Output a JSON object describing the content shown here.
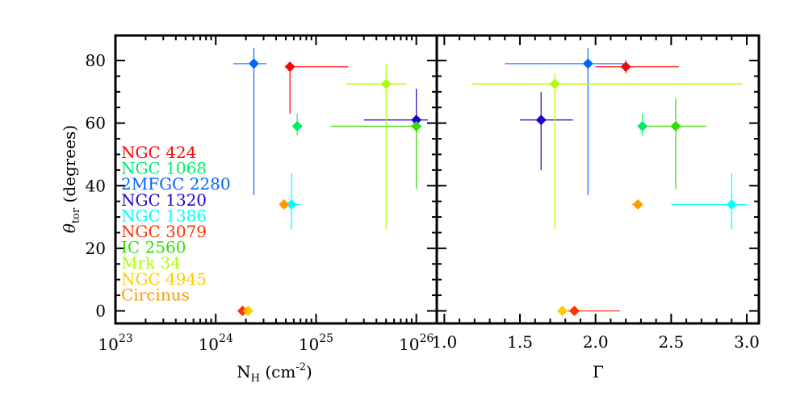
{
  "chart_data": [
    {
      "type": "scatter",
      "panel": "left",
      "xlabel": "N_H (cm^-2)",
      "ylabel": "θ_tor (degrees)",
      "xscale": "log",
      "xlim": [
        1e+23,
        1.6e+26
      ],
      "ylim": [
        -4,
        88
      ],
      "x_ticks": [
        {
          "base": "10",
          "exp": "23"
        },
        {
          "base": "10",
          "exp": "24"
        },
        {
          "base": "10",
          "exp": "25"
        },
        {
          "base": "10",
          "exp": "26"
        }
      ],
      "y_ticks": [
        "0",
        "20",
        "40",
        "60",
        "80"
      ],
      "grid": false,
      "legend": "left inside",
      "series": [
        {
          "name": "NGC 424",
          "color": "#ff0000",
          "x": 5.5e+24,
          "xerr": [
            5.5e+24,
            2.1e+25
          ],
          "y": 78,
          "yerr": [
            63,
            79
          ]
        },
        {
          "name": "NGC 1068",
          "color": "#00ee66",
          "x": 6.5e+24,
          "xerr": [
            6e+24,
            7e+24
          ],
          "y": 59,
          "yerr": [
            56,
            63
          ]
        },
        {
          "name": "2MFGC 2280",
          "color": "#0066ff",
          "x": 2.4e+24,
          "xerr": [
            1.5e+24,
            3.2e+24
          ],
          "y": 79,
          "yerr": [
            37,
            84
          ]
        },
        {
          "name": "NGC 1320",
          "color": "#2200cc",
          "x": 1e+26,
          "xerr": [
            3e+25,
            1.3e+26
          ],
          "y": 61,
          "yerr": [
            57,
            71
          ]
        },
        {
          "name": "NGC 1386",
          "color": "#00ffff",
          "x": 5.7e+24,
          "xerr": [
            5e+24,
            7e+24
          ],
          "y": 34,
          "yerr": [
            26,
            44
          ]
        },
        {
          "name": "NGC 3079",
          "color": "#ff3300",
          "x": 1.85e+24,
          "xerr": [
            1.8e+24,
            1.9e+24
          ],
          "y": 0,
          "yerr": [
            0,
            0
          ]
        },
        {
          "name": "IC 2560",
          "color": "#33dd00",
          "x": 1e+26,
          "xerr": [
            1.4e+25,
            1e+26
          ],
          "y": 59,
          "yerr": [
            39,
            60
          ]
        },
        {
          "name": "Mrk 34",
          "color": "#aaff00",
          "x": 5e+25,
          "xerr": [
            2e+25,
            8e+25
          ],
          "y": 72.5,
          "yerr": [
            26,
            79
          ]
        },
        {
          "name": "NGC 4945",
          "color": "#ffcc00",
          "x": 2.1e+24,
          "xerr": [
            2e+24,
            2.2e+24
          ],
          "y": 0,
          "yerr": [
            0,
            0
          ]
        },
        {
          "name": "Circinus",
          "color": "#ff9900",
          "x": 4.8e+24,
          "xerr": [
            4.5e+24,
            5e+24
          ],
          "y": 34,
          "yerr": [
            34,
            34
          ]
        }
      ]
    },
    {
      "type": "scatter",
      "panel": "right",
      "xlabel": "Γ",
      "ylabel": "",
      "xlim": [
        0.95,
        3.08
      ],
      "ylim": [
        -4,
        88
      ],
      "x_ticks": [
        "1.0",
        "1.5",
        "2.0",
        "2.5",
        "3.0"
      ],
      "grid": false,
      "series": [
        {
          "name": "NGC 424",
          "color": "#ff0000",
          "x": 2.2,
          "xerr": [
            2.0,
            2.55
          ],
          "y": 78,
          "yerr": [
            76,
            80
          ]
        },
        {
          "name": "NGC 1068",
          "color": "#00ee66",
          "x": 2.31,
          "xerr": [
            2.28,
            2.35
          ],
          "y": 59,
          "yerr": [
            56,
            63
          ]
        },
        {
          "name": "2MFGC 2280",
          "color": "#0066ff",
          "x": 1.95,
          "xerr": [
            1.4,
            2.2
          ],
          "y": 79,
          "yerr": [
            37,
            84
          ]
        },
        {
          "name": "NGC 1320",
          "color": "#2200cc",
          "x": 1.64,
          "xerr": [
            1.5,
            1.85
          ],
          "y": 61,
          "yerr": [
            45,
            70
          ]
        },
        {
          "name": "NGC 1386",
          "color": "#00ffff",
          "x": 2.9,
          "xerr": [
            2.5,
            3.0
          ],
          "y": 34,
          "yerr": [
            26,
            44
          ]
        },
        {
          "name": "NGC 3079",
          "color": "#ff3300",
          "x": 1.86,
          "xerr": [
            1.8,
            2.16
          ],
          "y": 0,
          "yerr": [
            0,
            0
          ]
        },
        {
          "name": "IC 2560",
          "color": "#33dd00",
          "x": 2.53,
          "xerr": [
            2.35,
            2.73
          ],
          "y": 59,
          "yerr": [
            39,
            68
          ]
        },
        {
          "name": "Mrk 34",
          "color": "#aaff00",
          "x": 1.73,
          "xerr": [
            1.18,
            2.97
          ],
          "y": 72.5,
          "yerr": [
            26,
            76
          ]
        },
        {
          "name": "NGC 4945",
          "color": "#ffcc00",
          "x": 1.78,
          "xerr": [
            1.75,
            1.81
          ],
          "y": 0,
          "yerr": [
            0,
            0
          ]
        },
        {
          "name": "Circinus",
          "color": "#ff9900",
          "x": 2.28,
          "xerr": [
            2.24,
            2.3
          ],
          "y": 34,
          "yerr": [
            34,
            34
          ]
        }
      ]
    }
  ]
}
